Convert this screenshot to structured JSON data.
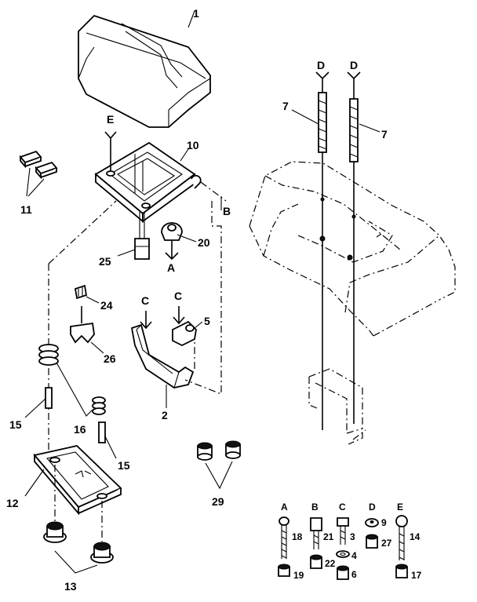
{
  "callouts": {
    "p1": "1",
    "p2": "2",
    "p4": "4",
    "p5": "5",
    "p6": "6",
    "p7a": "7",
    "p7b": "7",
    "p9": "9",
    "p10": "10",
    "p11": "11",
    "p12": "12",
    "p13": "13",
    "p14": "14",
    "p15a": "15",
    "p15b": "15",
    "p16": "16",
    "p17": "17",
    "p18": "18",
    "p19": "19",
    "p20": "20",
    "p21": "21",
    "p22": "22",
    "p24": "24",
    "p25": "25",
    "p26": "26",
    "p27": "27",
    "p29": "29",
    "p3": "3"
  },
  "refs": {
    "E_top": "E",
    "B_side": "B",
    "A_arrow": "A",
    "C_left": "C",
    "C_right": "C",
    "D_left": "D",
    "D_right": "D"
  },
  "legend": {
    "A": "A",
    "B": "B",
    "C": "C",
    "D": "D",
    "E": "E"
  }
}
